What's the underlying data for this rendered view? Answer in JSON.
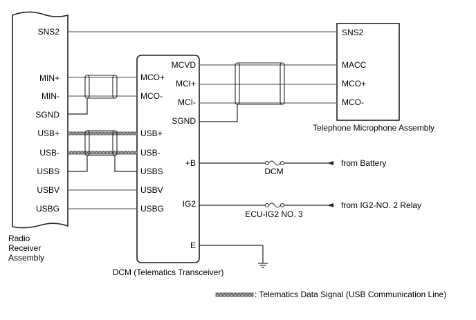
{
  "radio_receiver": {
    "name": "Radio Receiver Assembly",
    "name_lines": [
      "Radio",
      "Receiver",
      "Assembly"
    ],
    "pins": {
      "sns2": "SNS2",
      "min_plus": "MIN+",
      "min_minus": "MIN-",
      "sgnd": "SGND",
      "usb_plus": "USB+",
      "usb_minus": "USB-",
      "usbs": "USBS",
      "usbv": "USBV",
      "usbg": "USBG"
    }
  },
  "dcm": {
    "name": "DCM (Telematics Transceiver)",
    "left_pins": {
      "mco_plus": "MCO+",
      "mco_minus": "MCO-",
      "usb_plus": "USB+",
      "usb_minus": "USB-",
      "usbs": "USBS",
      "usbv": "USBV",
      "usbg": "USBG"
    },
    "right_pins": {
      "mcvd": "MCVD",
      "mci_plus": "MCI+",
      "mci_minus": "MCI-",
      "sgnd": "SGND",
      "plus_b": "+B",
      "ig2": "IG2",
      "e": "E"
    }
  },
  "telephone_mic": {
    "name": "Telephone Microphone Assembly",
    "pins": {
      "sns2": "SNS2",
      "macc": "MACC",
      "mco_plus": "MCO+",
      "mco_minus": "MCO-"
    }
  },
  "power": {
    "battery_fuse": "DCM",
    "battery_source": "from Battery",
    "ig2_fuse": "ECU-IG2 NO. 3",
    "ig2_source": "from IG2-NO. 2 Relay"
  },
  "legend": {
    "usb_line_text": ": Telematics Data Signal (USB Communication Line)"
  }
}
